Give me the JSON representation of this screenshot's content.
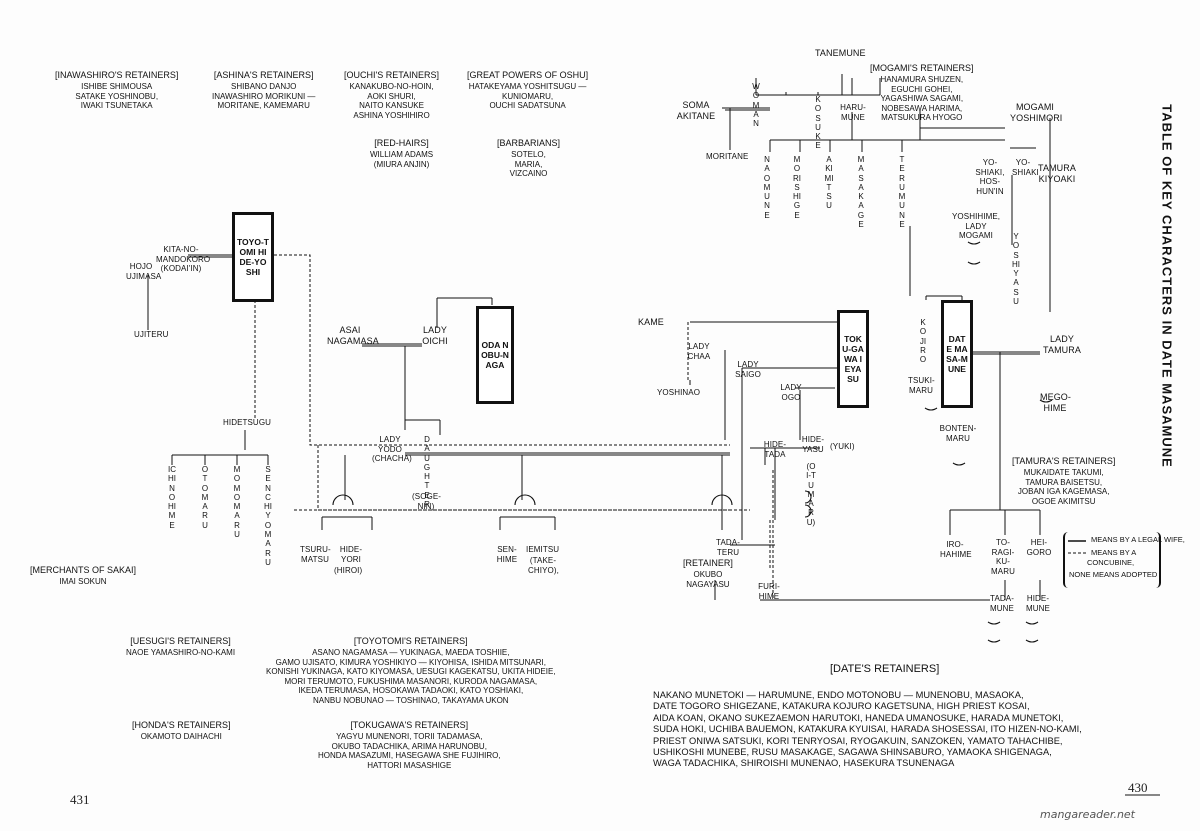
{
  "title": "TABLE OF KEY CHARACTERS IN DATE MASAMUNE",
  "page_left": "431",
  "page_right": "430",
  "watermark": "mangareader.net",
  "legend": {
    "legal": "MEANS BY A LEGAL WIFE,",
    "concubine_1": "MEANS BY A",
    "concubine_2": "CONCUBINE,",
    "adopted": "NONE MEANS ADOPTED"
  },
  "boxes": {
    "hideyoshi": "TOYO-TOMI HIDE-YOSHI",
    "nobunaga": "ODA NOBU-NAGA",
    "ieyasu": "TOKU-GAWA IEYASU",
    "masamune": "DATE MASA-MUNE"
  },
  "people": {
    "tanemune": "TANEMUNE",
    "soma_akitane": "SOMA AKITANE",
    "moritane": "MORITANE",
    "woman": "WOMAN",
    "kosuke": "KOSUKE",
    "harumune": "HARU-MUNE",
    "naomune": "NAOMUNE",
    "morishige": "MORISHIGE",
    "akimitsu": "AKIMITSU",
    "masakage": "MASAKAGE",
    "terumune": "TERUMUNE",
    "mogami_yoshimori": "MOGAMI YOSHIMORI",
    "yoshiaki_hoshunin": "YO-SHIAKI, HOS-HUN'IN",
    "yoshiaki": "YO-SHIAKI",
    "tamura_kiyoaki": "TAMURA KIYOAKI",
    "yoshihime": "YOSHIHIME, LADY MOGAMI",
    "yoshiyasu": "YOSHIYASU",
    "kitanomandokoro": "KITA-NO-MANDOKORO (KODAI'IN)",
    "hojo_ujimasa": "HOJO UJIMASA",
    "ujiteru": "UJITERU",
    "asai_nagamasa": "ASAI NAGAMASA",
    "lady_oichi": "LADY OICHI",
    "hidetsugu": "HIDETSUGU",
    "ichinohime": "ICHINOHIME",
    "otomaru": "OTOMARU",
    "momomaru": "MOMOMARU",
    "senchiyomaru": "SENCHIYOMARU",
    "lady_yodo": "LADY YODO (CHACHA)",
    "daughter": "DAUGHTER",
    "sogenin": "(SOGE-NIN)",
    "kame": "KAME",
    "lady_chaa": "LADY CHAA",
    "lady_saigo": "LADY SAIGO",
    "lady_ogo": "LADY OGO",
    "yoshinao": "YOSHINAO",
    "hidetada": "HIDE-TADA",
    "hideyasu": "HIDE-YASU",
    "yuki": "(YUKI)",
    "oitumaru": "(OI-TUMARU)",
    "kojiro": "KOJIRO",
    "tsukimaru": "TSUKI-MARU",
    "bontenmaru": "BONTEN-MARU",
    "lady_tamura": "LADY TAMURA",
    "megohime": "MEGO-HIME",
    "tsurumatsu": "TSURU-MATSU",
    "hideyori": "HIDE-YORI",
    "hiroi": "(HIROI)",
    "senhime": "SEN-HIME",
    "iemitsu": "IEMITSU",
    "takechiyo": "(TAKE-CHIYO),",
    "tadateru": "TADA-TERU",
    "furihime": "FURI-HIME",
    "irohahime": "IRO-HAHIME",
    "toragikumaru": "TO-RAGI-KU-MARU",
    "heigoro": "HEI-GORO",
    "tadamune": "TADA-MUNE",
    "hidemune": "HIDE-MUNE"
  },
  "groups": {
    "inawashiro": {
      "header": "[INAWASHIRO'S RETAINERS]",
      "lines": [
        "ISHIBE SHIMOUSA",
        "SATAKE YOSHINOBU,",
        "IWAKI TSUNETAKA"
      ]
    },
    "ashina": {
      "header": "[ASHINA'S RETAINERS]",
      "lines": [
        "SHIBANO DANJO",
        "INAWASHIRO MORIKUNI —",
        "MORITANE, KAMEMARU"
      ]
    },
    "ouchi": {
      "header": "[OUCHI'S RETAINERS]",
      "lines": [
        "KANAKUBO-NO-HOIN,",
        "AOKI SHURI,",
        "NAITO KANSUKE",
        "ASHINA YOSHIHIRO"
      ]
    },
    "great_powers": {
      "header": "[GREAT POWERS OF OSHU]",
      "lines": [
        "HATAKEYAMA YOSHITSUGU —",
        "KUNIOMARU,",
        "OUCHI SADATSUNA"
      ]
    },
    "red_hairs": {
      "header": "[RED-HAIRS]",
      "lines": [
        "WILLIAM ADAMS",
        "(MIURA ANJIN)"
      ]
    },
    "barbarians": {
      "header": "[BARBARIANS]",
      "lines": [
        "SOTELO,",
        "MARIA,",
        "VIZCAINO"
      ]
    },
    "mogami": {
      "header": "[MOGAMI'S RETAINERS]",
      "lines": [
        "HANAMURA SHUZEN,",
        "EGUCHI GOHEI,",
        "YAGASHIWA SAGAMI,",
        "NOBESAWA HARIMA,",
        "MATSUKURA HYOGO"
      ]
    },
    "tamura": {
      "header": "[TAMURA'S RETAINERS]",
      "lines": [
        "MUKAIDATE TAKUMI,",
        "TAMURA BAISETSU,",
        "JOBAN IGA KAGEMASA,",
        "OGOE AKIMITSU"
      ]
    },
    "sakai": {
      "header": "[MERCHANTS OF SAKAI]",
      "lines": [
        "IMAI SOKUN"
      ]
    },
    "uesugi": {
      "header": "[UESUGI'S RETAINERS]",
      "lines": [
        "NAOE YAMASHIRO-NO-KAMI"
      ]
    },
    "toyotomi": {
      "header": "[TOYOTOMI'S RETAINERS]",
      "lines": [
        "ASANO NAGAMASA — YUKINAGA, MAEDA TOSHIIE,",
        "GAMO UJISATO, KIMURA YOSHIKIYO — KIYOHISA, ISHIDA MITSUNARI,",
        "KONISHI YUKINAGA, KATO KIYOMASA, UESUGI KAGEKATSU, UKITA HIDEIE,",
        "MORI TERUMOTO, FUKUSHIMA MASANORI, KURODA NAGAMASA,",
        "IKEDA TERUMASA, HOSOKAWA TADAOKI, KATO YOSHIAKI,",
        "NANBU NOBUNAO — TOSHINAO, TAKAYAMA UKON"
      ]
    },
    "honda": {
      "header": "[HONDA'S RETAINERS]",
      "lines": [
        "OKAMOTO DAIHACHI"
      ]
    },
    "tokugawa": {
      "header": "[TOKUGAWA'S RETAINERS]",
      "lines": [
        "YAGYU MUNENORI, TORII TADAMASA,",
        "OKUBO TADACHIKA, ARIMA HARUNOBU,",
        "HONDA MASAZUMI, HASEGAWA SHE FUJIHIRO,",
        "HATTORI MASASHIGE"
      ]
    },
    "tadateru_ret": {
      "header": "[RETAINER]",
      "lines": [
        "OKUBO",
        "NAGAYASU"
      ]
    }
  },
  "dates_retainers": {
    "header": "[DATE'S RETAINERS]",
    "lines": [
      "NAKANO MUNETOKI — HARUMUNE, ENDO MOTONOBU — MUNENOBU, MASAOKA,",
      "DATE TOGORO SHIGEZANE, KATAKURA KOJURO KAGETSUNA, HIGH PRIEST KOSAI,",
      "AIDA KOAN, OKANO SUKEZAEMON HARUTOKI, HANEDA UMANOSUKE, HARADA MUNETOKI,",
      "SUDA HOKI, UCHIBA BAUEMON, KATAKURA KYUISAI, HARADA SHOSESSAI, ITO HIZEN-NO-KAMI,",
      "PRIEST ONIWA SATSUKI, KORI TENRYOSAI, RYOGAKUIN, SANZOKEN, YAMATO TAHACHIBE,",
      "USHIKOSHI MUNEBE, RUSU MASAKAGE, SAGAWA SHINSABURO, YAMAOKA SHIGENAGA,",
      "WAGA TADACHIKA, SHIROISHI MUNENAO, HASEKURA TSUNENAGA"
    ]
  }
}
